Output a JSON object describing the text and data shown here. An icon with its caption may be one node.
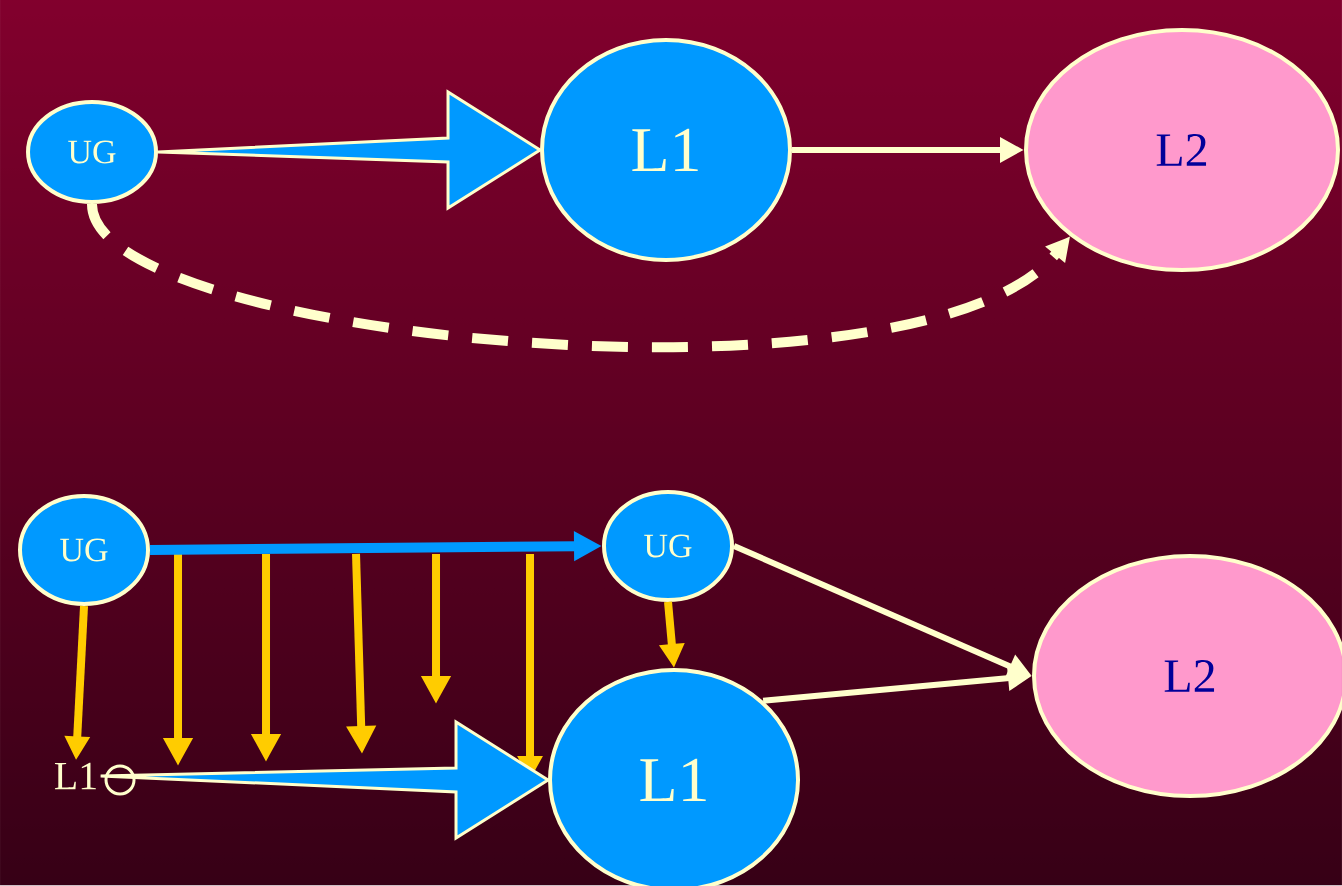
{
  "diagram": {
    "nodes": [
      {
        "text": [
          "UG"
        ]
      },
      {
        "text": [
          "L1"
        ]
      },
      {
        "text": [
          "L2"
        ]
      },
      {
        "text": [
          "UG"
        ]
      },
      {
        "text": [
          "UG"
        ]
      },
      {
        "text": [
          "L1"
        ]
      },
      {
        "text": [
          "L1"
        ]
      },
      {
        "text": [
          "L2"
        ]
      }
    ],
    "edges": [
      {
        "from": 0,
        "to": 1,
        "arrow": "to",
        "style": "thick",
        "color": "#0099ff"
      },
      {
        "from": 1,
        "to": 2,
        "arrow": "to"
      },
      {
        "from": 0,
        "to": 2,
        "arrow": "to",
        "style": "dashed"
      },
      {
        "from": 3,
        "to": 4,
        "arrow": "to",
        "color": "#0099ff"
      },
      {
        "from": 3,
        "to": 5,
        "arrow": "to",
        "color": "#ffcc00"
      },
      {
        "from": 4,
        "to": 6,
        "arrow": "to",
        "color": "#ffcc00"
      },
      {
        "from": null,
        "to": 6,
        "arrow": "to",
        "color": "#ffcc00"
      },
      {
        "from": 5,
        "to": 6,
        "arrow": "to",
        "style": "thick",
        "color": "#0099ff"
      },
      {
        "from": 4,
        "to": 7,
        "arrow": "to"
      },
      {
        "from": 6,
        "to": 7,
        "arrow": "to"
      }
    ]
  }
}
